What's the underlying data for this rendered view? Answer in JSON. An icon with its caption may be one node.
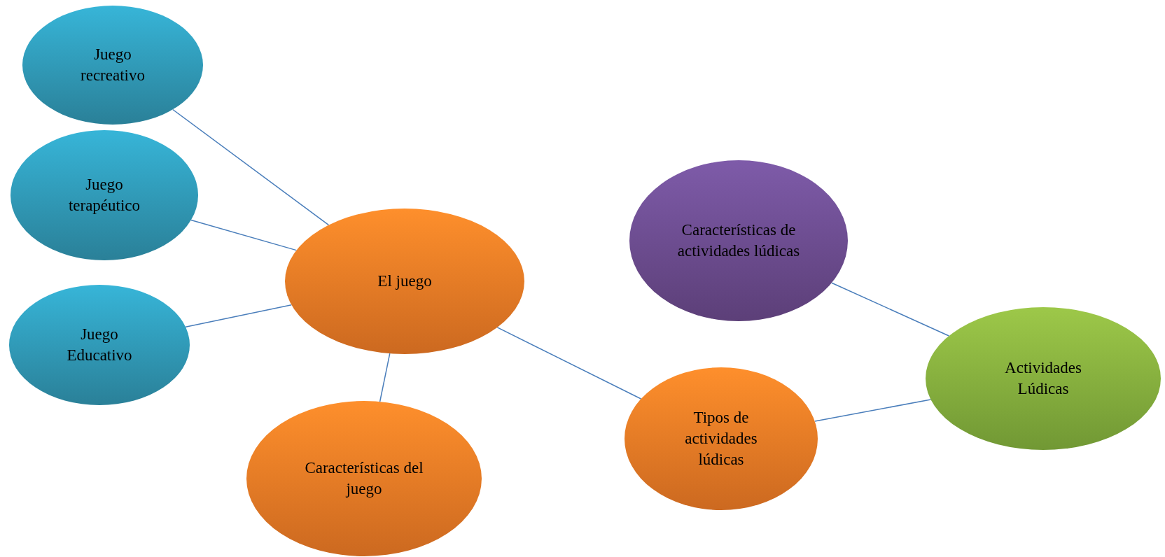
{
  "diagram": {
    "nodes": [
      {
        "text": [
          "Juego recreativo"
        ]
      },
      {
        "text": [
          "Juego terapéutico"
        ]
      },
      {
        "text": [
          "Juego Educativo"
        ]
      },
      {
        "text": [
          "El juego"
        ]
      },
      {
        "text": [
          "Características del juego"
        ]
      },
      {
        "text": [
          "Características de actividades lúdicas"
        ]
      },
      {
        "text": [
          "Tipos de actividades lúdicas"
        ]
      },
      {
        "text": [
          "Actividades Lúdicas"
        ]
      }
    ],
    "edges": [
      {
        "from": 0,
        "to": 3,
        "arrow": "none"
      },
      {
        "from": 1,
        "to": 3,
        "arrow": "none"
      },
      {
        "from": 2,
        "to": 3,
        "arrow": "none"
      },
      {
        "from": 3,
        "to": 4,
        "arrow": "none"
      },
      {
        "from": 3,
        "to": 6,
        "arrow": "none"
      },
      {
        "from": 5,
        "to": 7,
        "arrow": "none"
      },
      {
        "from": 6,
        "to": 7,
        "arrow": "none"
      }
    ]
  }
}
